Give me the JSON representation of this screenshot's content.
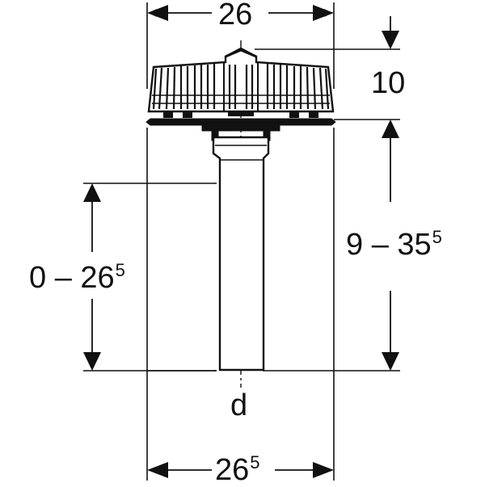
{
  "drawing": {
    "subject": "roof drain with grate, vertical outlet pipe",
    "line_color": "#111111",
    "background": "#ffffff"
  },
  "dimensions": {
    "top_width": {
      "value": "26",
      "sup": ""
    },
    "grate_height": {
      "value": "10",
      "sup": ""
    },
    "right_height": {
      "value": "9 – 35",
      "sup": "5"
    },
    "left_height": {
      "value": "0 – 26",
      "sup": "5"
    },
    "pipe_diameter": {
      "value": "d",
      "sup": ""
    },
    "bottom_width": {
      "value": "26",
      "sup": "5"
    }
  }
}
